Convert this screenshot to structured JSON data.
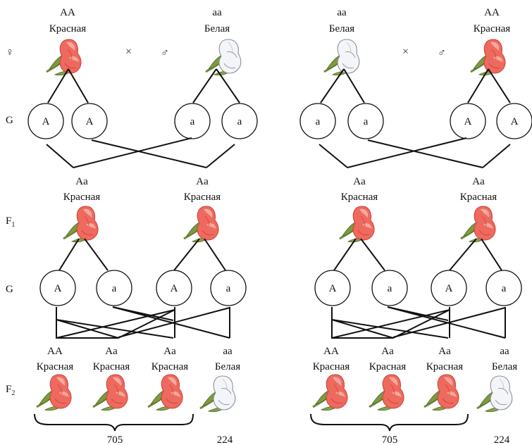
{
  "symbols": {
    "female": "♀",
    "male": "♂",
    "cross": "×",
    "gametes": "G",
    "f1_base": "F",
    "f1_sub": "1",
    "f2_base": "F",
    "f2_sub": "2"
  },
  "panels": [
    {
      "parents": [
        {
          "genotype": "AA",
          "phenotype": "Красная",
          "color": "red"
        },
        {
          "genotype": "aa",
          "phenotype": "Белая",
          "color": "white"
        }
      ],
      "parent_gametes": [
        "A",
        "A",
        "a",
        "a"
      ],
      "f1": [
        {
          "genotype": "Aa",
          "phenotype": "Красная",
          "color": "red"
        },
        {
          "genotype": "Aa",
          "phenotype": "Красная",
          "color": "red"
        }
      ],
      "f1_gametes": [
        "A",
        "a",
        "A",
        "a"
      ],
      "f2": [
        {
          "genotype": "AA",
          "phenotype": "Красная",
          "color": "red"
        },
        {
          "genotype": "Aa",
          "phenotype": "Красная",
          "color": "red"
        },
        {
          "genotype": "Aa",
          "phenotype": "Красная",
          "color": "red"
        },
        {
          "genotype": "aa",
          "phenotype": "Белая",
          "color": "white"
        }
      ],
      "counts": {
        "red": "705",
        "white": "224"
      }
    },
    {
      "parents": [
        {
          "genotype": "aa",
          "phenotype": "Белая",
          "color": "white"
        },
        {
          "genotype": "AA",
          "phenotype": "Красная",
          "color": "red"
        }
      ],
      "parent_gametes": [
        "a",
        "a",
        "A",
        "A"
      ],
      "f1": [
        {
          "genotype": "Aa",
          "phenotype": "Красная",
          "color": "red"
        },
        {
          "genotype": "Aa",
          "phenotype": "Красная",
          "color": "red"
        }
      ],
      "f1_gametes": [
        "A",
        "a",
        "A",
        "a"
      ],
      "f2": [
        {
          "genotype": "AA",
          "phenotype": "Красная",
          "color": "red"
        },
        {
          "genotype": "Aa",
          "phenotype": "Красная",
          "color": "red"
        },
        {
          "genotype": "Aa",
          "phenotype": "Красная",
          "color": "red"
        },
        {
          "genotype": "aa",
          "phenotype": "Белая",
          "color": "white"
        }
      ],
      "counts": {
        "red": "705",
        "white": "224"
      }
    }
  ],
  "colors": {
    "red_petal": "#ee6a5e",
    "red_petal_light": "#f7a79d",
    "red_petal_dark": "#c9413a",
    "white_petal": "#f4f5f8",
    "white_petal_edge": "#8a9099",
    "stem": "#6f8a3a",
    "stem_dark": "#4d6424"
  }
}
